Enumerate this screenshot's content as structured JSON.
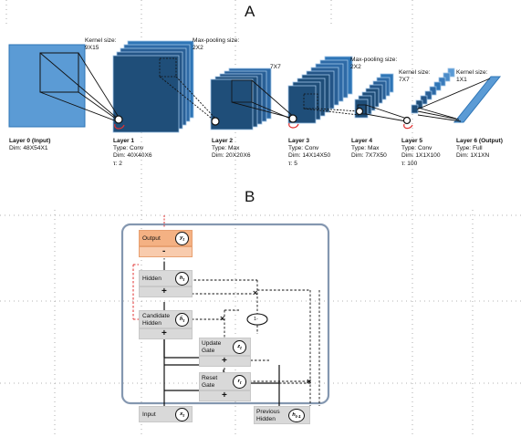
{
  "panel_a": {
    "letter": "A",
    "annotations": {
      "k1_title": "Kernel size:",
      "k1_value": "9X15",
      "mp1_title": "Max-pooling size:",
      "mp1_value": "2X2",
      "k2_value": "7X7",
      "mp2_title": "Max-pooling size:",
      "mp2_value": "2X2",
      "k3_title": "Kernel size:",
      "k3_value": "7X7",
      "k4_title": "Kernel size:",
      "k4_value": "1X1"
    },
    "layers": [
      {
        "name": "Layer 0 (Input)",
        "details": [
          "Dim: 48X54X1"
        ]
      },
      {
        "name": "Layer 1",
        "details": [
          "Type: Conv",
          "Dim: 40X40X6",
          "τ: 2"
        ]
      },
      {
        "name": "Layer 2",
        "details": [
          "Type: Max",
          "Dim: 20X20X6"
        ]
      },
      {
        "name": "Layer 3",
        "details": [
          "Type: Conv",
          "Dim: 14X14X50",
          "τ: 5"
        ]
      },
      {
        "name": "Layer 4",
        "details": [
          "Type: Max",
          "Dim: 7X7X50"
        ]
      },
      {
        "name": "Layer 5",
        "details": [
          "Type: Conv",
          "Dim: 1X1X100",
          "τ: 100"
        ]
      },
      {
        "name": "Layer 6 (Output)",
        "details": [
          "Type: Full",
          "Dim: 1X1XN"
        ]
      }
    ]
  },
  "panel_b": {
    "letter": "B",
    "blocks": {
      "output": "Output",
      "output_op": "-",
      "hidden": "Hidden",
      "candidate": [
        "Candidate",
        "Hidden"
      ],
      "update": [
        "Update",
        "Gate"
      ],
      "reset": [
        "Reset",
        "Gate"
      ],
      "input": "Input",
      "previous": [
        "Previous",
        "Hidden"
      ],
      "one_minus": "1-",
      "plus": "+",
      "times": "×"
    },
    "symbols": {
      "y": "y",
      "y_sub": "t",
      "h": "h",
      "h_sub": "t",
      "hh": "ĥ",
      "hh_sub": "t",
      "z": "z",
      "z_sub": "t",
      "r": "r",
      "r_sub": "t",
      "x": "x",
      "x_sub": "t",
      "hp": "h",
      "hp_sub": "t-1"
    },
    "colors": {
      "accent": "#f4b183",
      "gate": "#d9d9d9",
      "frame": "#8497b0",
      "reset_line": "#e03131"
    }
  },
  "colors": {
    "layer_light": "#5b9bd5",
    "layer_dark": "#1f4e79",
    "layer_mid": "#2e75b6"
  }
}
